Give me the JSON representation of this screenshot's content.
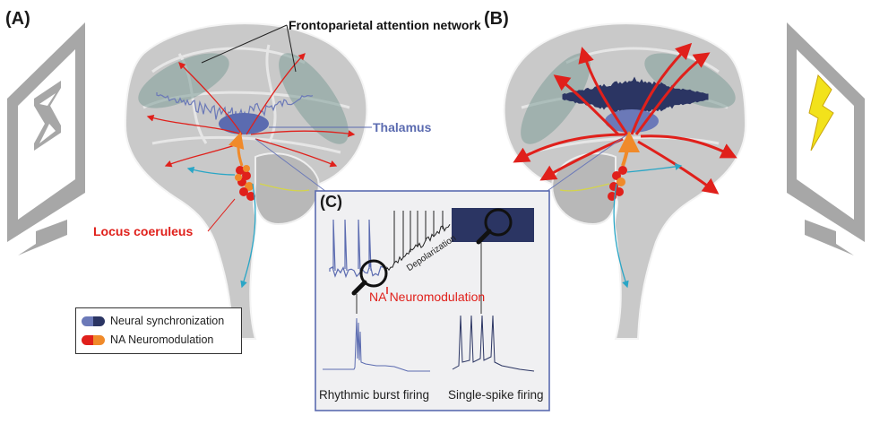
{
  "panels": {
    "a": "(A)",
    "b": "(B)",
    "c": "(C)"
  },
  "labels": {
    "network": "Frontoparietal attention network",
    "thalamus": "Thalamus",
    "locus": "Locus coeruleus",
    "depolarization": "Depolarization",
    "na_mod": "NA Neuromodulation",
    "burst": "Rhythmic burst firing",
    "single": "Single-spike firing"
  },
  "legend": {
    "sync": "Neural synchronization",
    "na": "NA Neuromodulation"
  },
  "colors": {
    "sync_light": "#6b79b8",
    "sync_dark": "#2b3563",
    "na_red": "#e0201b",
    "na_orange": "#f08a2a",
    "thalamus": "#5b6bb0",
    "network_fill": "#7d9c98",
    "brain": "#c9c9c9",
    "monitor": "#a7a7a7",
    "bolt": "#f2e21b"
  },
  "icons": {
    "left_monitor": "hourglass-icon",
    "right_monitor": "lightning-bolt-icon",
    "zoom": "magnifier-icon"
  }
}
